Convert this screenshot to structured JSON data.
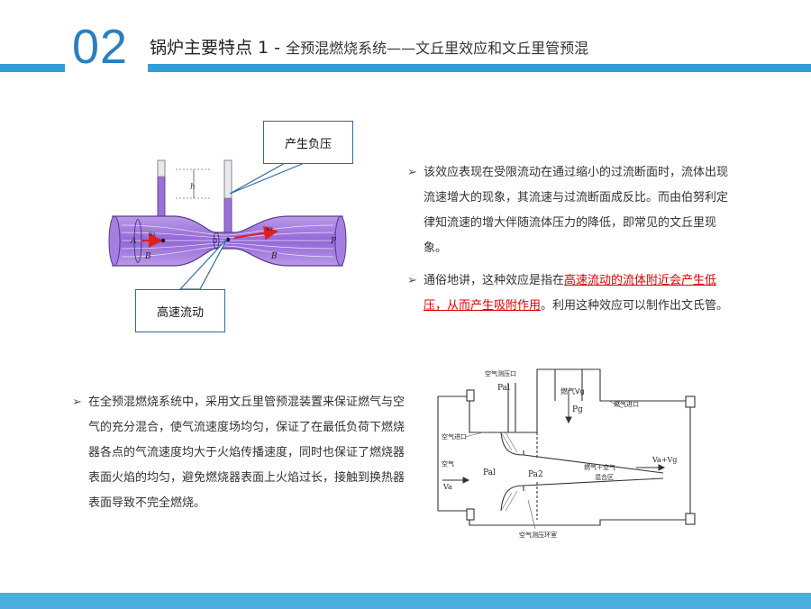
{
  "header": {
    "section_number": "02",
    "title_main": "锅炉主要特点 1",
    "title_sep": " - ",
    "title_sub": "全预混燃烧系统——文丘里效应和文丘里管预混"
  },
  "diagram1": {
    "callout_top": "产生负压",
    "callout_bottom": "高速流动",
    "labels": {
      "h": "h",
      "A": "A",
      "B": "B",
      "v1": "v₁",
      "v2": "v₂",
      "B2": "B",
      "P": "P",
      "zero": "0"
    }
  },
  "text_right": {
    "p1": "该效应表现在受限流动在通过缩小的过流断面时，流体出现流速增大的现象，其流速与过流断面成反比。而由伯努利定律知流速的增大伴随流体压力的降低，即常见的文丘里现象。",
    "p2_before": "通俗地讲，这种效应是指在",
    "p2_highlight": "高速流动的流体附近会产生低压，从而产生吸附作用",
    "p2_after": "。利用这种效应可以制作出文氏管。"
  },
  "text_left": {
    "p1": "在全预混燃烧系统中，采用文丘里管预混装置来保证燃气与空气的充分混合，使气流速度场均匀，保证了在最低负荷下燃烧器各点的气流速度均大于火焰传播速度，同时也保证了燃烧器表面火焰的均匀，避免燃烧器表面上火焰过长，接触到换热器表面导致不完全燃烧。"
  },
  "diagram2": {
    "label_pressure_port": "空气测压口",
    "label_pal_top": "Pal",
    "label_gas": "燃气Vg",
    "label_pg": "Pg",
    "label_gas_inlet": "燃气进口",
    "label_air_inlet": "空气进口",
    "label_air": "空气",
    "label_va": "Va",
    "label_pal": "Pal",
    "label_pa2": "Pa2",
    "label_mix1": "燃气＋空气",
    "label_mix2": "混合区",
    "label_vavg": "Va+Vg",
    "label_chamber": "空气测压环室"
  },
  "colors": {
    "accent_blue": "#2f9fd8",
    "number_blue": "#2a7fbf",
    "highlight_red": "#e00000",
    "tube_purple": "#9b6fd6"
  }
}
